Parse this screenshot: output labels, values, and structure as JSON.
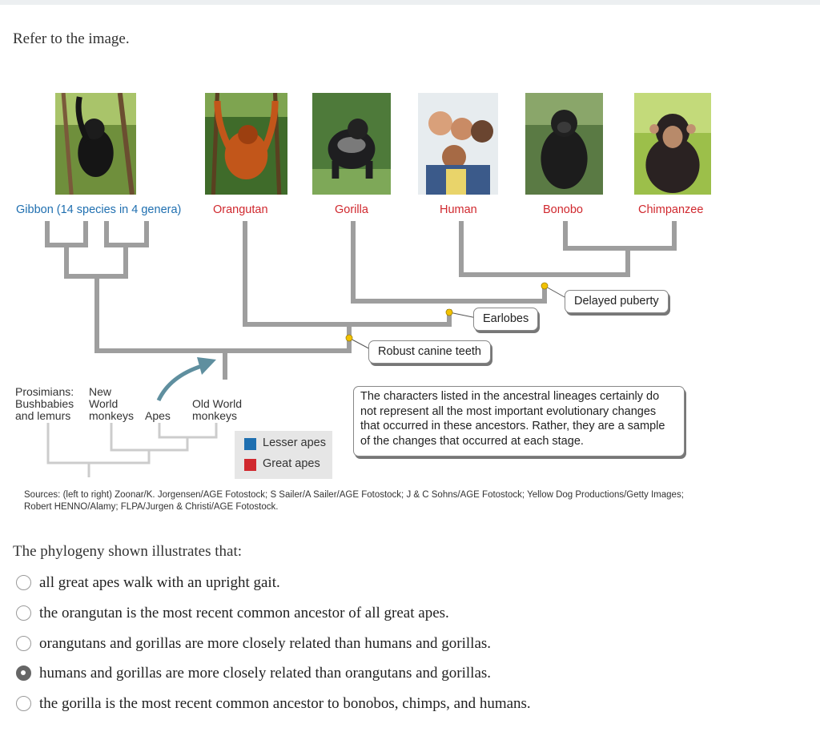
{
  "prompt": "Refer to the image.",
  "figure": {
    "species": [
      {
        "name": "Gibbon (14 species in 4 genera)",
        "group": "lesser"
      },
      {
        "name": "Orangutan",
        "group": "great"
      },
      {
        "name": "Gorilla",
        "group": "great"
      },
      {
        "name": "Human",
        "group": "great"
      },
      {
        "name": "Bonobo",
        "group": "great"
      },
      {
        "name": "Chimpanzee",
        "group": "great"
      }
    ],
    "traits": [
      "Delayed puberty",
      "Earlobes",
      "Robust canine teeth"
    ],
    "overview": {
      "groups": [
        "Prosimians: Bushbabies and lemurs",
        "New World monkeys",
        "Apes",
        "Old World monkeys"
      ],
      "g1": [
        "Prosimians:",
        "Bushbabies",
        "and lemurs"
      ],
      "g2": [
        "New",
        "World",
        "monkeys"
      ],
      "g3": "Apes",
      "g4": [
        "Old World",
        "monkeys"
      ]
    },
    "legend": {
      "lesser": "Lesser apes",
      "great": "Great apes"
    },
    "colors": {
      "lesser": "#1f6fb0",
      "great": "#d0282e",
      "tree": "#9e9e9e",
      "trait_marker": "#f2c200",
      "arrow": "#5f8f9f"
    },
    "note": "The characters listed in the ancestral lineages certainly do not represent all the most important evolutionary changes that occurred in these ancestors. Rather, they are a sample of the changes that occurred at each stage.",
    "sources": "Sources: (left to right) Zoonar/K. Jorgensen/AGE Fotostock; S Sailer/A Sailer/AGE Fotostock; J & C Sohns/AGE Fotostock; Yellow Dog Productions/Getty Images; Robert HENNO/Alamy; FLPA/Jurgen & Christi/AGE Fotostock."
  },
  "question": "The phylogeny shown illustrates that:",
  "options": [
    {
      "text": "all great apes walk with an upright gait.",
      "selected": false
    },
    {
      "text": "the orangutan is the most recent common ancestor of all great apes.",
      "selected": false
    },
    {
      "text": "orangutans and gorillas are more closely related than humans and gorillas.",
      "selected": false
    },
    {
      "text": "humans and gorillas are more closely related than orangutans and gorillas.",
      "selected": true
    },
    {
      "text": "the gorilla is the most recent common ancestor to bonobos, chimps, and humans.",
      "selected": false
    }
  ]
}
